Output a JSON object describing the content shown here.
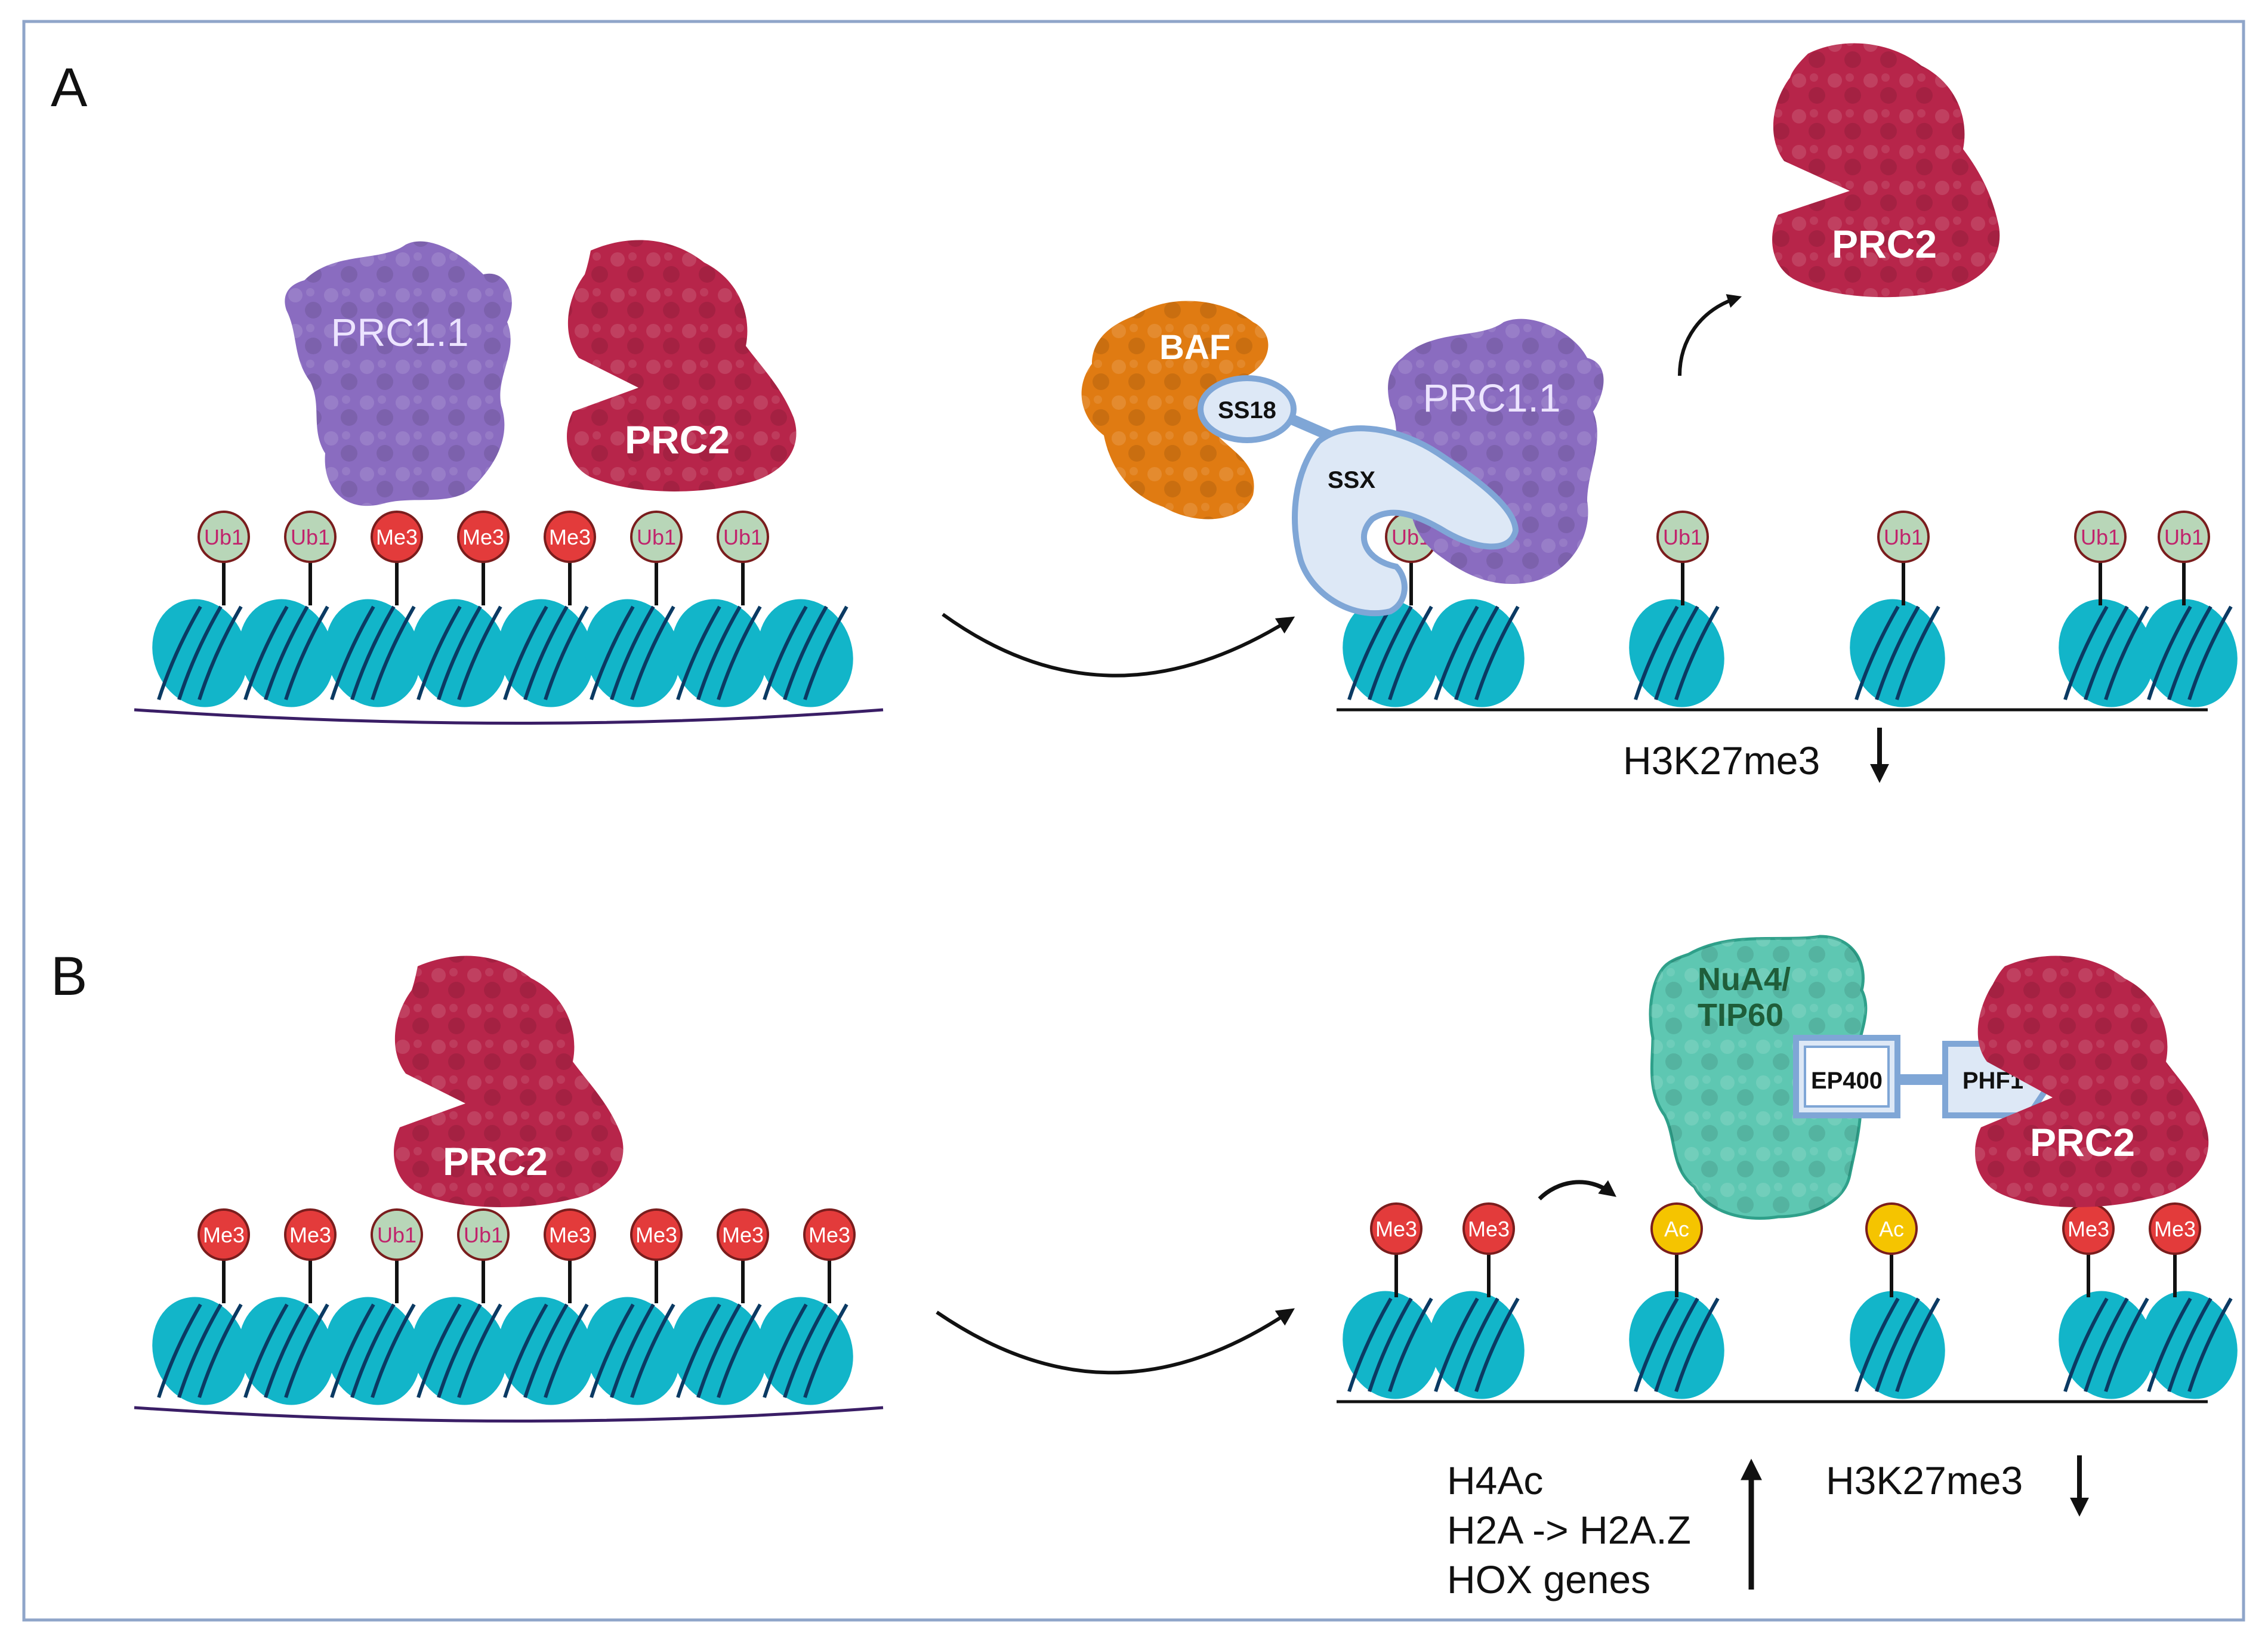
{
  "panels": {
    "a": {
      "letter": "A",
      "left_marks": [
        "Ub1",
        "Ub1",
        "Me3",
        "Me3",
        "Me3",
        "Ub1",
        "Ub1"
      ],
      "right_marks": [
        "Ub1",
        "Ub1",
        "Ub1",
        "Ub1",
        "Ub1"
      ],
      "complexes": {
        "prc11_left": "PRC1.1",
        "prc2_left": "PRC2",
        "baf": "BAF",
        "ss18": "SS18",
        "ssx": "SSX",
        "prc11_right": "PRC1.1",
        "prc2_released": "PRC2"
      },
      "annotation": "H3K27me3"
    },
    "b": {
      "letter": "B",
      "left_marks": [
        "Me3",
        "Me3",
        "Ub1",
        "Ub1",
        "Me3",
        "Me3",
        "Me3",
        "Me3"
      ],
      "right_marks": [
        "Me3",
        "Me3",
        "Ac",
        "Ac",
        "Me3",
        "Me3"
      ],
      "complexes": {
        "prc2_left": "PRC2",
        "nua4_line1": "NuA4/",
        "nua4_line2": "TIP60",
        "ep400": "EP400",
        "phf1": "PHF1",
        "prc2_right": "PRC2"
      },
      "up_list": [
        "H4Ac",
        "H2A -> H2A.Z",
        "HOX genes"
      ],
      "annotation_down": "H3K27me3"
    }
  },
  "colors": {
    "nucleosome": "#12b5c9",
    "nucleosome_stripe": "#0b3a63",
    "dna": "#3a1e66",
    "prc2": "#b7254a",
    "prc11": "#8a6cc0",
    "baf": "#e07b12",
    "nua4": "#5ec7b2",
    "fusion_fill": "#dde8f6",
    "fusion_stroke": "#7fa6d6",
    "me3_fill": "#e33b3b",
    "ub1_fill": "#b8d6b8",
    "ac_fill": "#f5c400",
    "frame": "#8fa5c9"
  }
}
